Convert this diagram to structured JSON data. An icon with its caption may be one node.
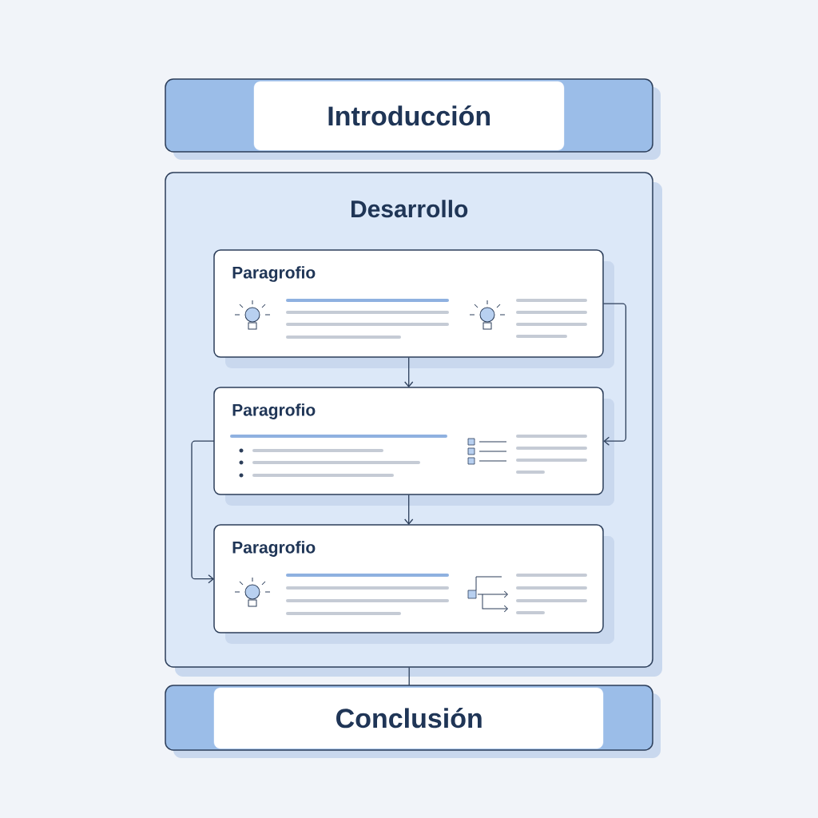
{
  "diagram": {
    "nodes": [
      {
        "text": [
          "Introducción"
        ]
      },
      {
        "text": [
          "Desarrollo"
        ]
      },
      {
        "text": [
          "Paragrofio"
        ],
        "in": 1
      },
      {
        "text": [
          "Paragrofio"
        ],
        "in": 1
      },
      {
        "text": [
          "Paragrofio"
        ],
        "in": 1
      },
      {
        "text": [
          "Conclusión"
        ]
      }
    ],
    "edges": [
      {
        "from": 2,
        "to": 3,
        "arrow": "to"
      },
      {
        "from": 2,
        "to": 3,
        "arrow": "to"
      },
      {
        "from": 3,
        "to": 4,
        "arrow": "to"
      },
      {
        "from": 3,
        "to": 4,
        "arrow": "to"
      },
      {
        "from": 1,
        "to": 5,
        "arrow": "none"
      }
    ]
  }
}
